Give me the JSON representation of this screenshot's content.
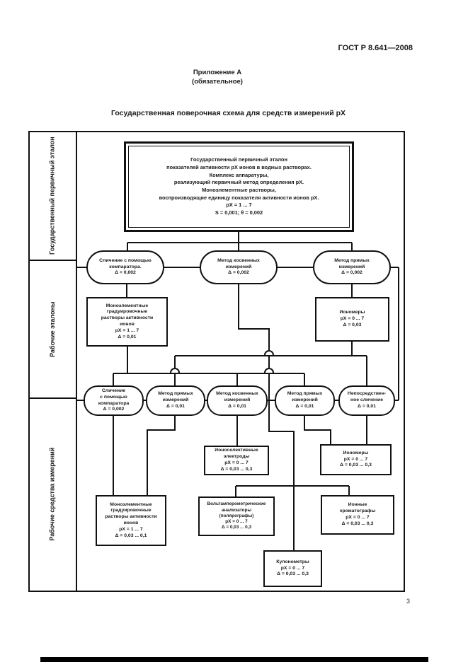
{
  "page": {
    "standard_code": "ГОСТ Р 8.641—2008",
    "appendix": "Приложение А",
    "appendix_note": "(обязательное)",
    "title": "Государственная поверочная схема для средств измерений рХ",
    "page_number": "3"
  },
  "sidebar": {
    "sections": [
      {
        "label": "Государственный первичный эталон"
      },
      {
        "label": "Рабочие эталоны"
      },
      {
        "label": "Рабочие средства измерений"
      }
    ]
  },
  "nodes": {
    "primary": "Государственный первичный эталон\nпоказателей активности рХ ионов в водных растворах.\nКомплекс аппаратуры,\nреализующий первичный метод определения рХ.\nМоноэлементные растворы,\nвоспроизводящие единицу показателя активности ионов рХ.\nрХ = 1 ... 7\nS = 0,001; θ = 0,002",
    "e1": "Сличение с помощью\nкомпаратора.\nΔ = 0,002",
    "e2": "Метод косвенных\nизмерений\nΔ = 0,002",
    "e3": "Метод прямых\nизмерений\nΔ = 0,002",
    "r1": "Моноэлементные\nградуировочные\nрастворы активности\nионов\nрХ = 1 ... 7\nΔ = 0,01",
    "r2": "Иономеры\nрХ = 0 ... 7\nΔ = 0,03",
    "f1": "Сличение\nс помощью\nкомпаратора\nΔ = 0,002",
    "f2": "Метод прямых\nизмерений\nΔ = 0,01",
    "f3": "Метод косвенных\nизмерений\nΔ = 0,01",
    "f4": "Метод прямых\nизмерений\nΔ = 0,01",
    "f5": "Непосредствен-\nное сличение\nΔ = 0,01",
    "b1": "Ионоселективные\nэлектроды\nрХ = 0 ... 7\nΔ = 0,03 ... 0,3",
    "b2": "Иономеры\nрХ = 0 ... 7\nΔ = 0,03 ... 0,3",
    "b3": "Моноэлементные\nградуировочные\nрастворы активности\nионов\nрХ = 1 ... 7\nΔ = 0,03 ... 0,1",
    "b4": "Вольтамперометрические\nанализаторы\n(полярографы)\nрХ = 0 ... 7\nΔ = 0,03 ... 0,3",
    "b5": "Ионные\nхроматографы\nрХ = 0 ... 7\nΔ = 0,03 ... 0,3",
    "b6": "Кулонометры\nрХ = 0 ... 7\nΔ = 0,03 ... 0,3"
  }
}
